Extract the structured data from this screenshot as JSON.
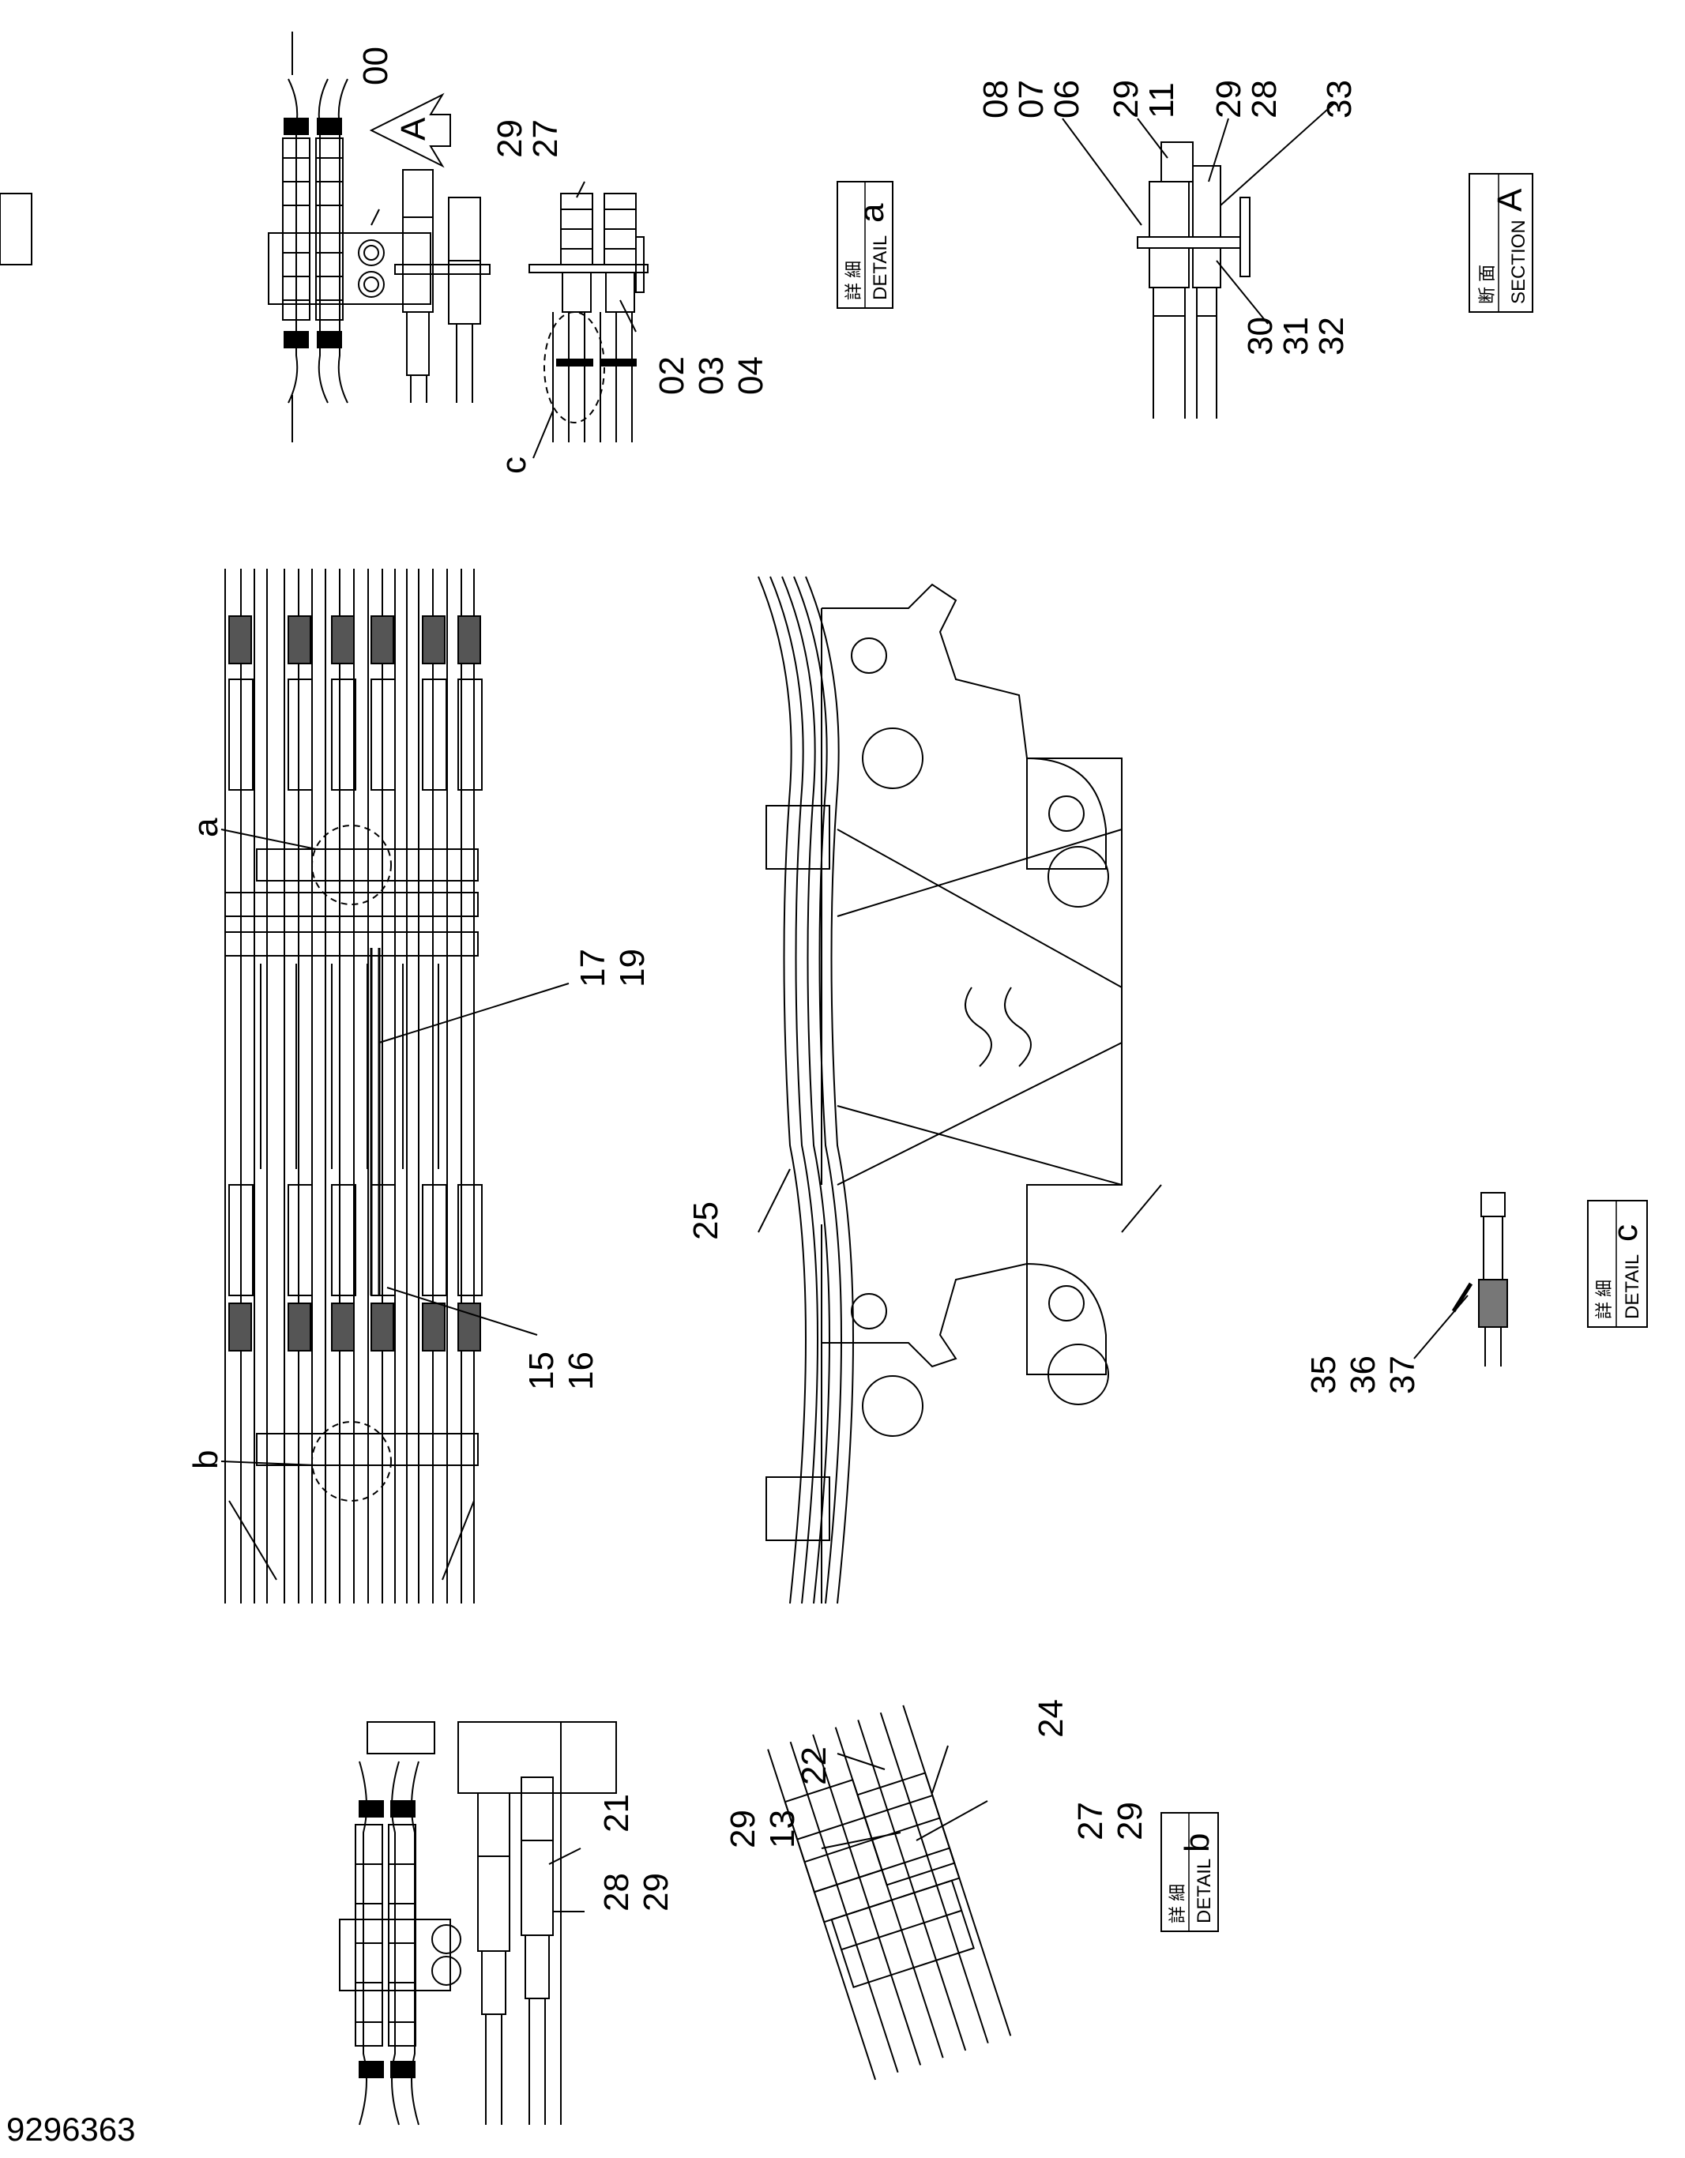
{
  "drawing_number": "9296363",
  "part_labels": {
    "l00": "00",
    "l29a": "29",
    "l27a": "27",
    "l02": "02",
    "l03": "03",
    "l04": "04",
    "lc": "c",
    "l08": "08",
    "l07": "07",
    "l06": "06",
    "l29b": "29",
    "l11": "11",
    "l29c": "29",
    "l28a": "28",
    "l33": "33",
    "l30": "30",
    "l31": "31",
    "l32": "32",
    "la": "a",
    "l17": "17",
    "l19": "19",
    "l15": "15",
    "l16": "16",
    "lb": "b",
    "l25": "25",
    "l35": "35",
    "l36": "36",
    "l37": "37",
    "l21": "21",
    "l28b": "28",
    "l29d": "29",
    "l22": "22",
    "l24": "24",
    "l27b": "27",
    "l29e": "29",
    "l29f": "29",
    "l13": "13",
    "viewA": "A"
  },
  "detail_boxes": {
    "a": {
      "jp": "詳 細",
      "en": "DETAIL",
      "letter": "a"
    },
    "sectionA": {
      "jp": "断 面",
      "en": "SECTION",
      "letter": "A"
    },
    "c": {
      "jp": "詳 細",
      "en": "DETAIL",
      "letter": "c"
    },
    "b": {
      "jp": "詳 細",
      "en": "DETAIL",
      "letter": "b"
    }
  }
}
